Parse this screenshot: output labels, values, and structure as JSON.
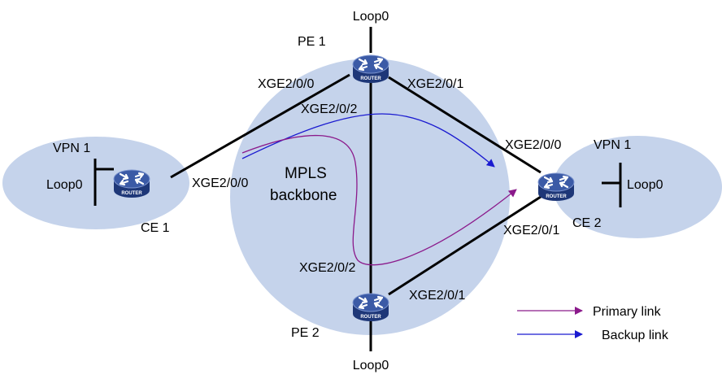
{
  "backbone": {
    "line1": "MPLS",
    "line2": "backbone"
  },
  "sites": {
    "left_vpn": "VPN 1",
    "right_vpn": "VPN 1"
  },
  "device_caption": "ROUTER",
  "devices": {
    "pe1": {
      "name": "PE 1",
      "loop": "Loop0",
      "if_left": "XGE2/0/0",
      "if_right": "XGE2/0/1",
      "if_down": "XGE2/0/2"
    },
    "pe2": {
      "name": "PE 2",
      "loop": "Loop0",
      "if_up": "XGE2/0/2",
      "if_right": "XGE2/0/1"
    },
    "ce1": {
      "name": "CE 1",
      "loop": "Loop0",
      "if_right": "XGE2/0/0"
    },
    "ce2": {
      "name": "CE 2",
      "loop": "Loop0",
      "if_top": "XGE2/0/0",
      "if_bottom": "XGE2/0/1"
    }
  },
  "legend": {
    "primary": "Primary link",
    "backup": "Backup link"
  },
  "colors": {
    "cloud": "#c5d3eb",
    "router_top": "#3b5aa6",
    "router_side": "#1e3778",
    "primary": "#8b1a8b",
    "backup": "#1a1ad0",
    "link": "#000000"
  }
}
